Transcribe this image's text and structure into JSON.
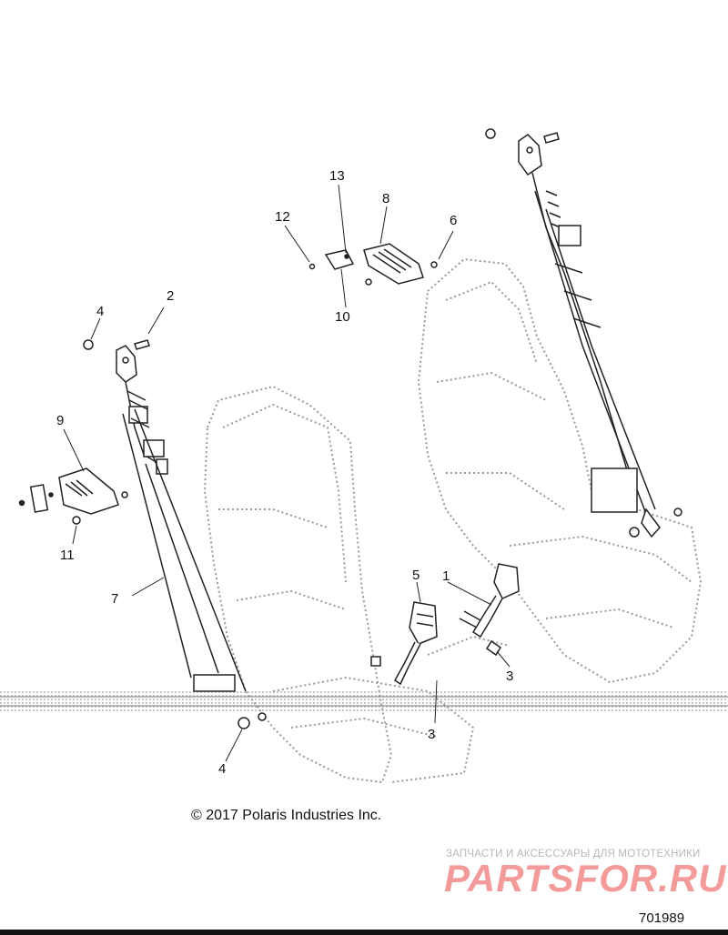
{
  "callouts": {
    "c1": "1",
    "c2": "2",
    "c3a": "3",
    "c3b": "3",
    "c4a": "4",
    "c4b": "4",
    "c5": "5",
    "c6": "6",
    "c7": "7",
    "c8": "8",
    "c9": "9",
    "c10": "10",
    "c11": "11",
    "c12": "12",
    "c13": "13"
  },
  "copyright": "© 2017 Polaris Industries Inc.",
  "watermark": {
    "subtitle": "ЗАПЧАСТИ И АКСЕССУАРЫ ДЛЯ МОТОТЕХНИКИ",
    "logo": "PARTSFOR.RU",
    "logo_color": "#f07a7a"
  },
  "diagram_id": "701989"
}
